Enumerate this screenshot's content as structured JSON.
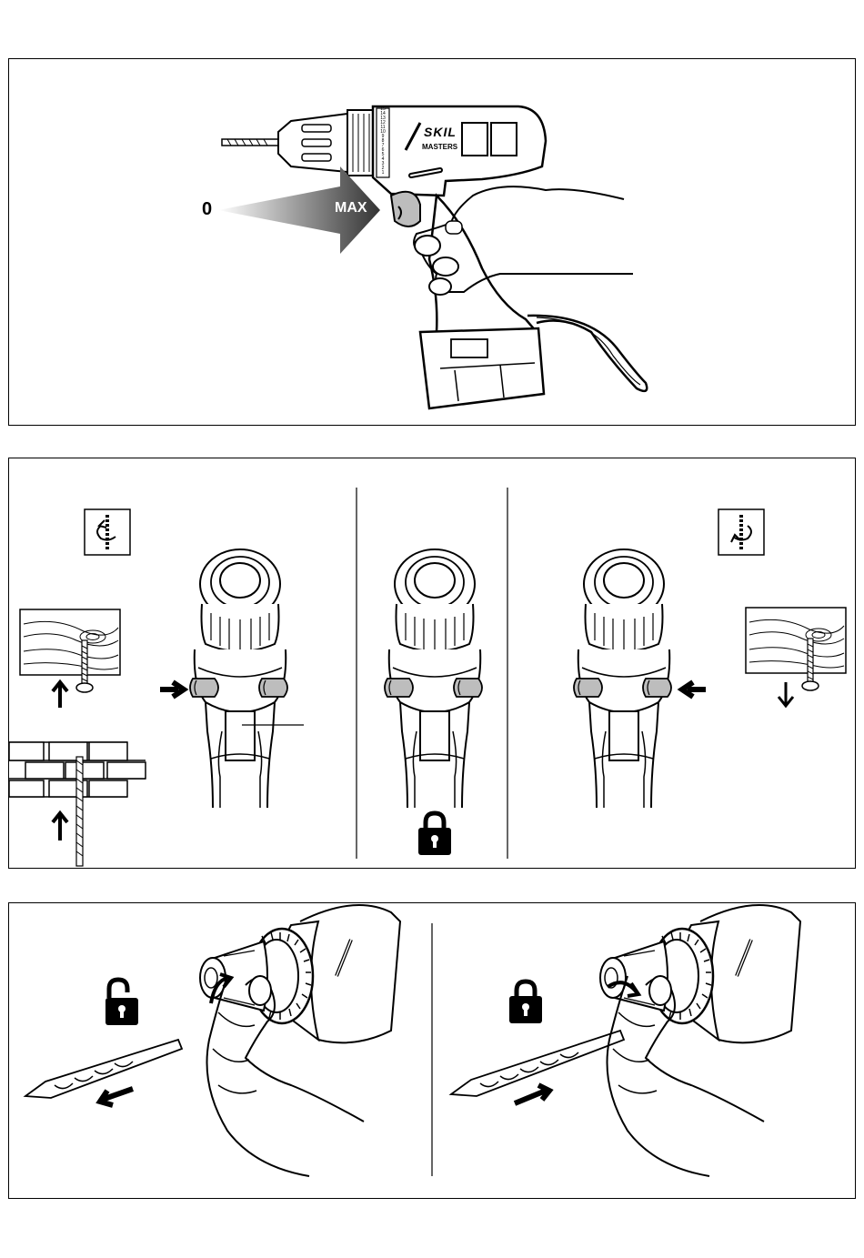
{
  "speed_control": {
    "min_label": "0",
    "max_label": "MAX"
  },
  "drill": {
    "brand": "SKIL",
    "series": "MASTERS",
    "torque_scale": [
      "1",
      "2",
      "3",
      "4",
      "5",
      "6",
      "7",
      "8",
      "9",
      "10",
      "11",
      "12",
      "13",
      "14",
      "15"
    ]
  },
  "direction_panel": {
    "left_mode_icon": "rotation-clockwise-icon",
    "right_mode_icon": "rotation-counterclockwise-icon",
    "center_lock_icon": "padlock-closed-icon"
  },
  "chuck_panel": {
    "left_lock_icon": "padlock-open-icon",
    "right_lock_icon": "padlock-closed-icon"
  },
  "colors": {
    "line": "#000000",
    "grey_fill": "#bdbdbd",
    "background": "#ffffff"
  }
}
